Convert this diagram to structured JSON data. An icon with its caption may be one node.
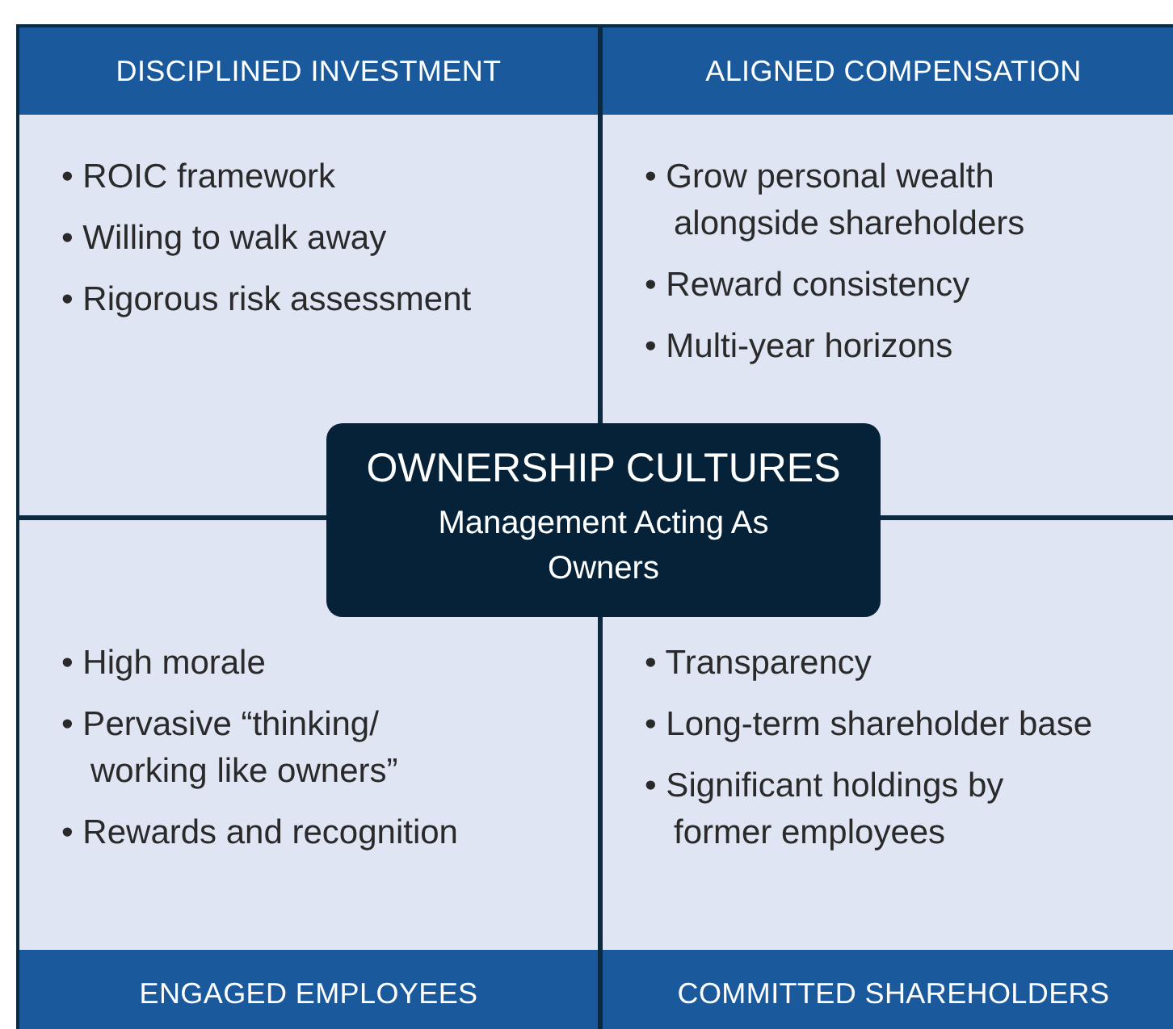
{
  "diagram": {
    "nodes": [
      {
        "text": [
          "DISCIPLINED INVESTMENT",
          "• ROIC framework",
          "• Willing to walk away",
          "• Rigorous risk assessment"
        ]
      },
      {
        "text": [
          "ALIGNED COMPENSATION",
          "• Grow personal wealth alongside shareholders",
          "• Reward consistency",
          "• Multi-year horizons"
        ]
      },
      {
        "text": [
          "OWNERSHIP CULTURES",
          "Management Acting As Owners"
        ]
      },
      {
        "text": [
          "• High morale",
          "• Pervasive “thinking/ working like owners”",
          "• Rewards and recognition",
          "ENGAGED EMPLOYEES"
        ]
      },
      {
        "text": [
          "• Transparency",
          "• Long-term shareholder base",
          "• Significant holdings by former employees",
          "COMMITTED SHAREHOLDERS"
        ]
      }
    ],
    "edges": []
  }
}
